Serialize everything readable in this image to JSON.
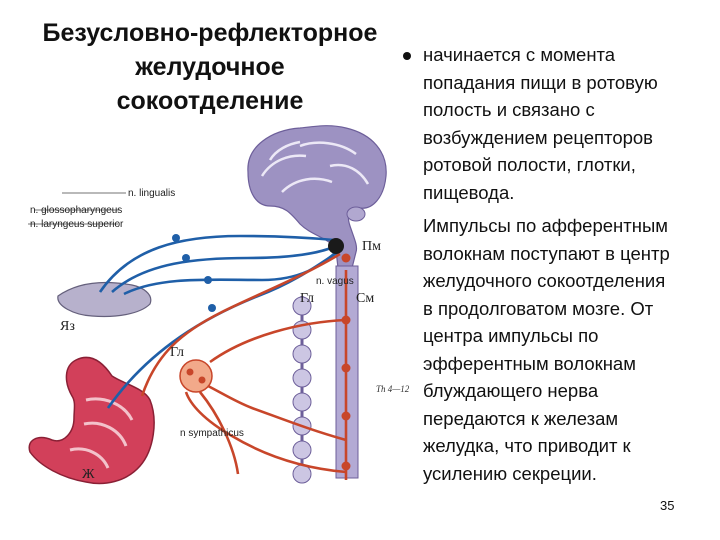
{
  "slide": {
    "title_lines": [
      "Безусловно-рефлекторное",
      "желудочное",
      "сокоотделение"
    ],
    "paragraph1_lines": [
      "начинается с момента",
      "попадания пищи в ротовую",
      "полость и связано с",
      "возбуждением рецепторов",
      "ротовой полости, глотки,",
      "пищевода."
    ],
    "paragraph2_lines": [
      "Импульсы по афферентным",
      "волокнам поступают в центр",
      "желудочного сокоотделения",
      "в продолговатом мозге. От",
      "центра импульсы по",
      "эфферентным волокнам",
      "блуждающего нерва",
      "передаются к железам",
      "желудка, что приводит к",
      "усилению секреции."
    ],
    "page_number": "35"
  },
  "diagram": {
    "labels": {
      "n_lingualis": "n. lingualis",
      "n_glosso": "n. glossopharyngeus",
      "n_laryngeus": "n. laryngeus superior",
      "n_vagus": "n. vagus",
      "n_sympathicus": "n sympathicus",
      "pm": "Пм",
      "gl_top": "Гл",
      "sm": "См",
      "yaz": "Яз",
      "gl_mid": "Гл",
      "zh": "Ж",
      "th": "Th 4—12"
    },
    "colors": {
      "brain": "#9d92c2",
      "brain_outline": "#6d5f9a",
      "afferent": "#1f5fa8",
      "efferent": "#c8462a",
      "stomach": "#d2405a",
      "ganglion": "#f2a98a"
    }
  }
}
